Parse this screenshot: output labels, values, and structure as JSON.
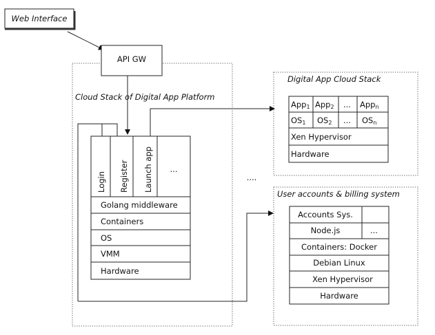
{
  "web_interface": "Web Interface",
  "api_gw": "API GW",
  "cloud_stack": {
    "title": "Cloud Stack of Digital App Platform",
    "apps": [
      "Login",
      "Register",
      "Launch app",
      "..."
    ],
    "layers": [
      "Golang middleware",
      "Containers",
      "OS",
      "VMM",
      "Hardware"
    ]
  },
  "ellipsis_between": "....",
  "digital_app": {
    "title": "Digital App Cloud Stack",
    "apps": [
      {
        "base": "App",
        "sub": "1"
      },
      {
        "base": "App",
        "sub": "2"
      },
      {
        "base": "...",
        "sub": ""
      },
      {
        "base": "App",
        "sub": "n"
      }
    ],
    "oses": [
      {
        "base": "OS",
        "sub": "1"
      },
      {
        "base": "OS",
        "sub": "2"
      },
      {
        "base": "...",
        "sub": ""
      },
      {
        "base": "OS",
        "sub": "n"
      }
    ],
    "layers": [
      "Xen Hypervisor",
      "Hardware"
    ]
  },
  "user_accounts": {
    "title": "User accounts & billing system",
    "accounts": "Accounts Sys.",
    "nodejs": "Node.js",
    "nodejs_more": "...",
    "layers": [
      "Containers: Docker",
      "Debian Linux",
      "Xen Hypervisor",
      "Hardware"
    ]
  }
}
